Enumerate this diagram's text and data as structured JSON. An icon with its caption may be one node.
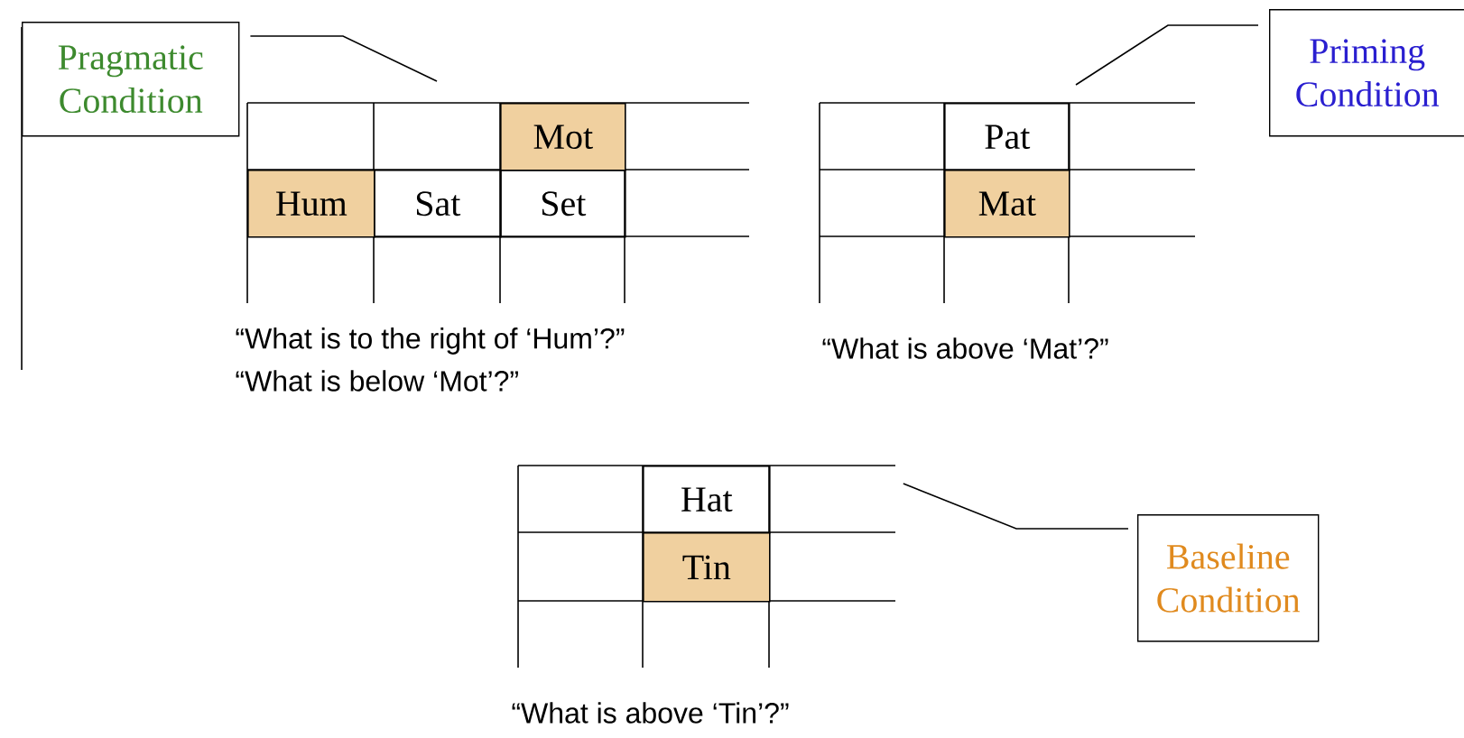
{
  "diagram": {
    "nodes": [
      {
        "text": [
          "Pragmatic Condition"
        ]
      },
      {
        "text": [],
        "shape": "table",
        "beside": [
          "“What is to the right of ‘Hum’?”",
          "“What is below ‘Mot’?”"
        ]
      },
      {
        "text": [
          "Mot"
        ],
        "in": 1
      },
      {
        "text": [
          "Hum"
        ],
        "in": 1
      },
      {
        "text": [
          "Sat"
        ],
        "in": 1
      },
      {
        "text": [
          "Set"
        ],
        "in": 1
      },
      {
        "text": [
          "Priming Condition"
        ]
      },
      {
        "text": [],
        "shape": "table",
        "beside": [
          "“What is above ‘Mat’?”"
        ]
      },
      {
        "text": [
          "Pat"
        ],
        "in": 7
      },
      {
        "text": [
          "Mat"
        ],
        "in": 7
      },
      {
        "text": [],
        "shape": "table",
        "beside": [
          "“What is above ‘Tin’?”"
        ]
      },
      {
        "text": [
          "Hat"
        ],
        "in": 10
      },
      {
        "text": [
          "Tin"
        ],
        "in": 10
      },
      {
        "text": [
          "Baseline Condition"
        ]
      }
    ],
    "edges": [
      {
        "from": 0,
        "to": 1,
        "arrow": "none"
      },
      {
        "from": 6,
        "to": 7,
        "arrow": "none"
      },
      {
        "from": 13,
        "to": 10,
        "arrow": "none"
      }
    ]
  }
}
